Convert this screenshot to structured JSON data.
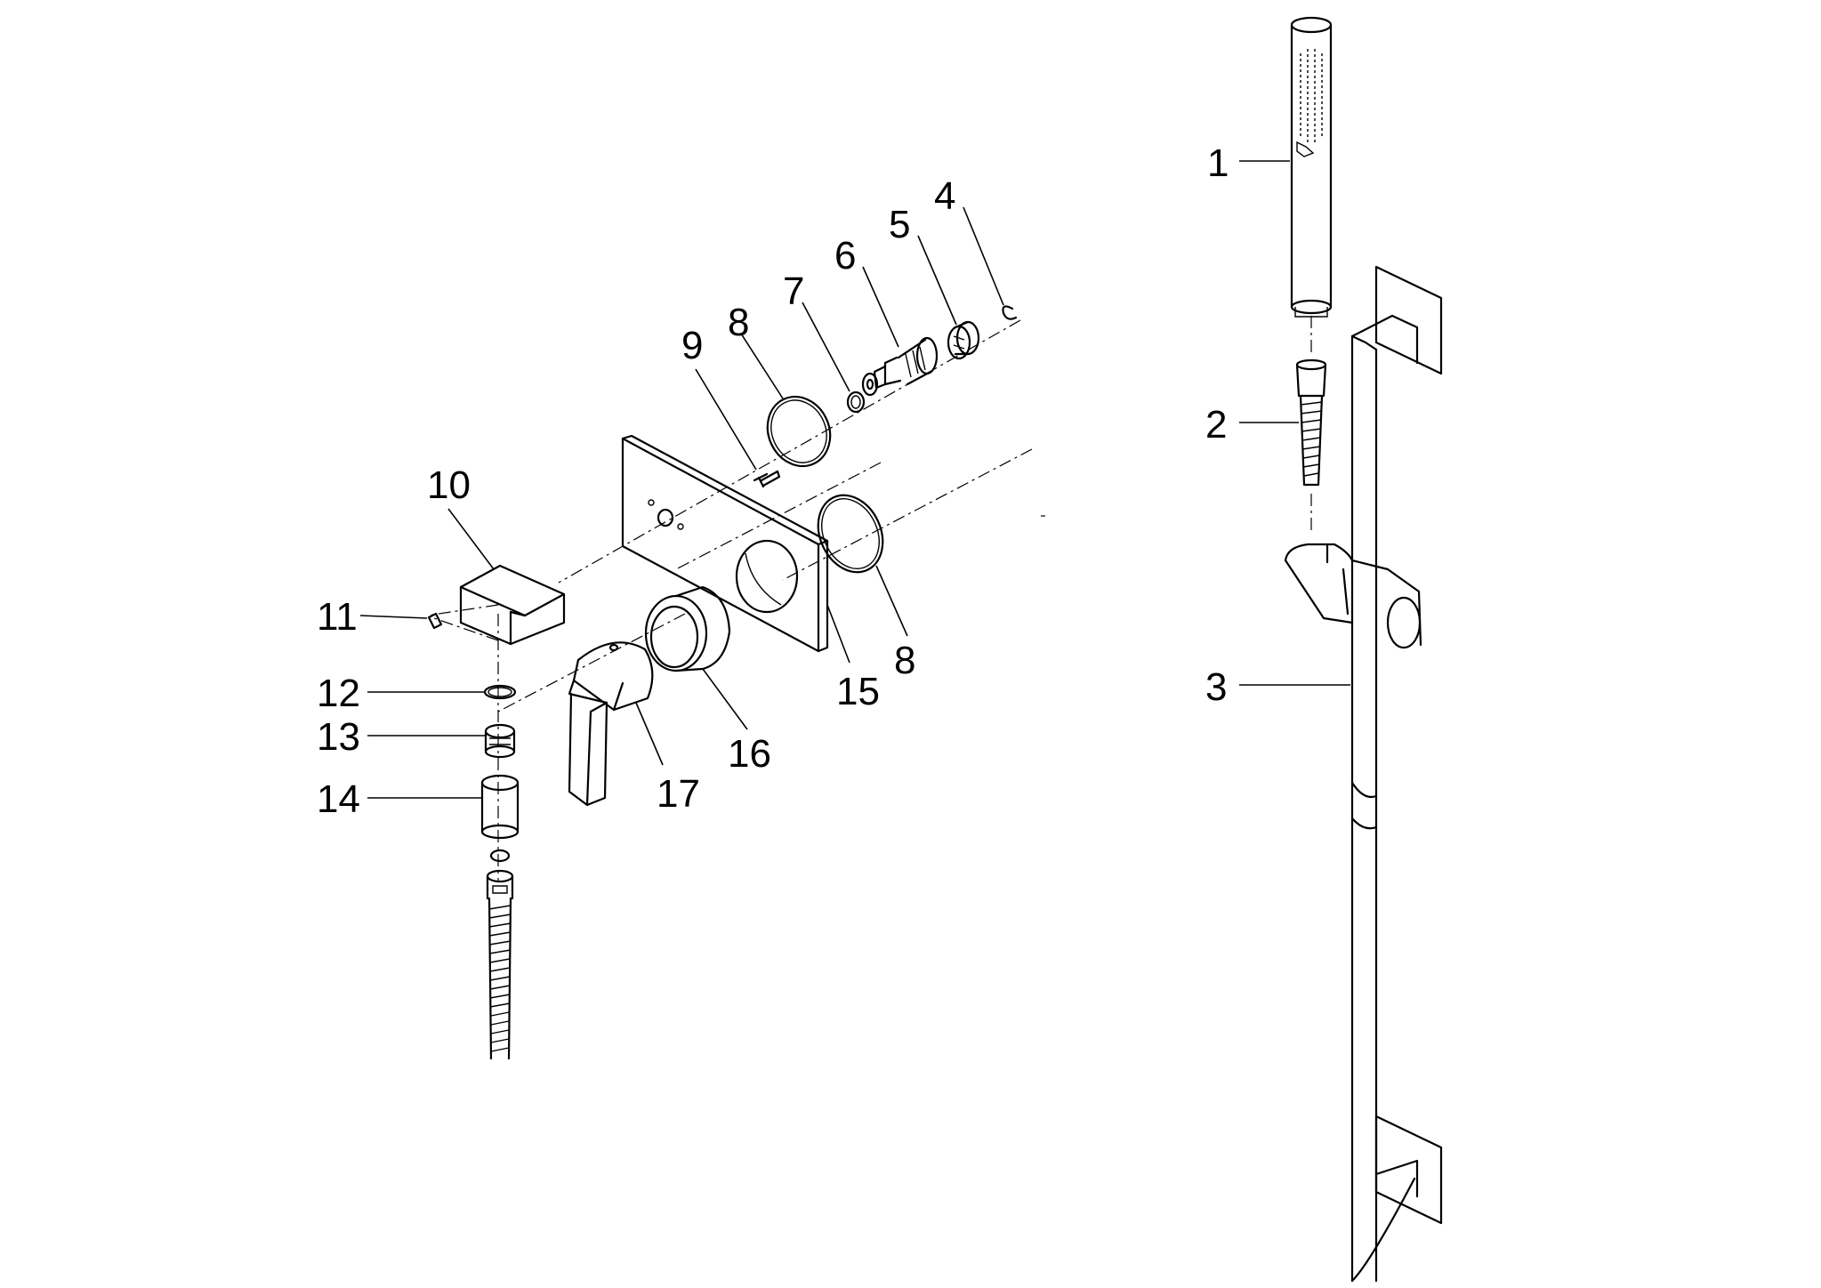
{
  "diagram": {
    "callouts": [
      {
        "id": "1",
        "text": "1"
      },
      {
        "id": "2",
        "text": "2"
      },
      {
        "id": "3",
        "text": "3"
      },
      {
        "id": "4",
        "text": "4"
      },
      {
        "id": "5",
        "text": "5"
      },
      {
        "id": "6",
        "text": "6"
      },
      {
        "id": "7",
        "text": "7"
      },
      {
        "id": "8a",
        "text": "8"
      },
      {
        "id": "8b",
        "text": "8"
      },
      {
        "id": "9",
        "text": "9"
      },
      {
        "id": "10",
        "text": "10"
      },
      {
        "id": "11",
        "text": "11"
      },
      {
        "id": "12",
        "text": "12"
      },
      {
        "id": "13",
        "text": "13"
      },
      {
        "id": "14",
        "text": "14"
      },
      {
        "id": "15",
        "text": "15"
      },
      {
        "id": "16",
        "text": "16"
      },
      {
        "id": "17",
        "text": "17"
      }
    ],
    "line_color": "#000000",
    "background": "#ffffff"
  }
}
